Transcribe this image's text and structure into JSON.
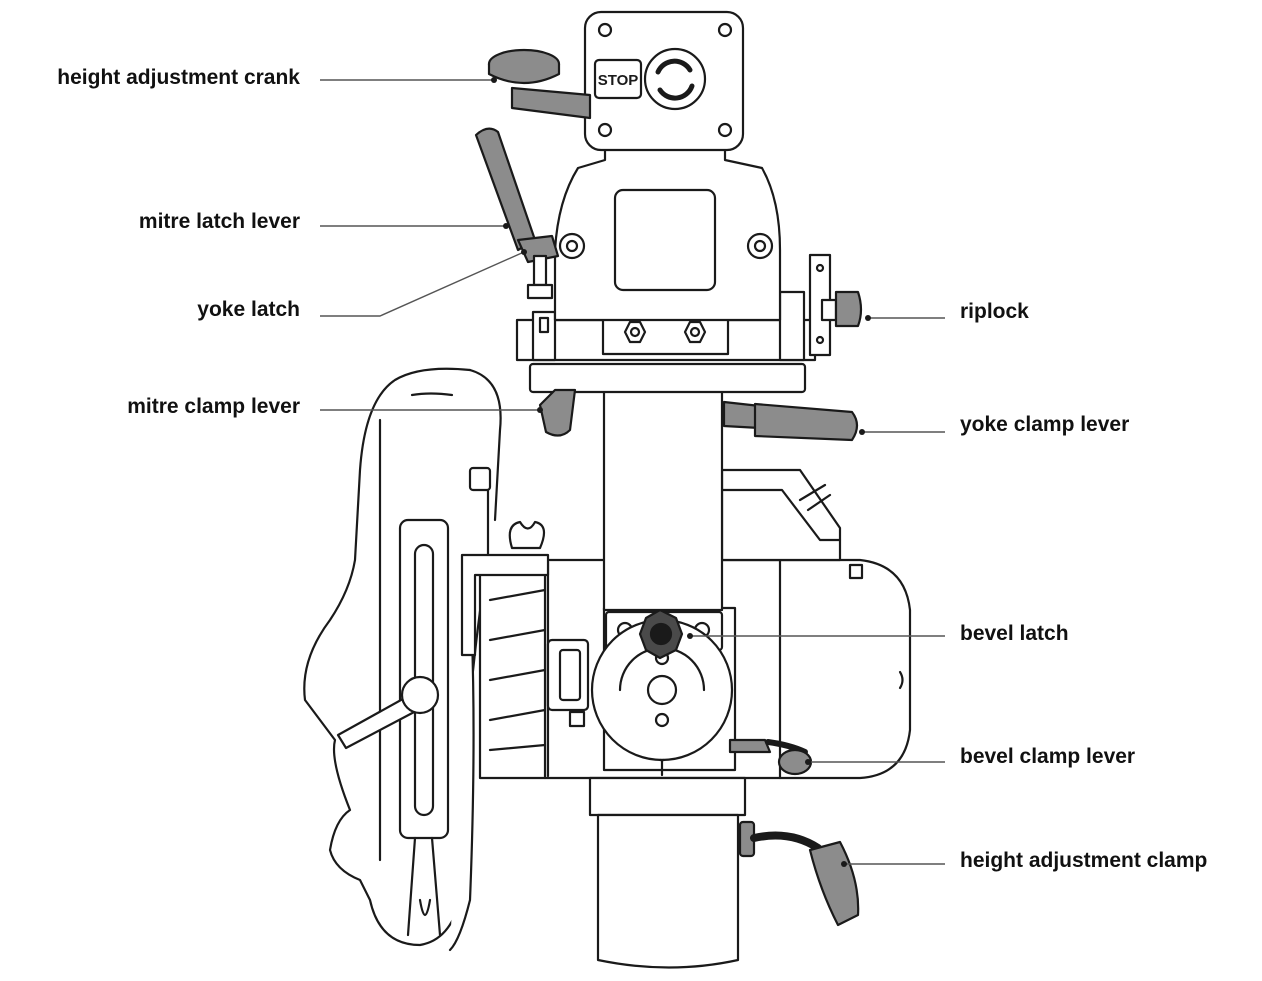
{
  "stop_button": {
    "label": "STOP"
  },
  "callouts": {
    "left": [
      "height adjustment crank",
      "mitre latch lever",
      "yoke latch",
      "mitre clamp lever"
    ],
    "right": [
      "riplock",
      "yoke clamp lever",
      "bevel latch",
      "bevel clamp lever",
      "height adjustment clamp"
    ]
  },
  "colors": {
    "line": "#1a1a1a",
    "lever_fill": "#8c8c8c",
    "body_fill": "#ffffff",
    "leader": "#555555"
  }
}
